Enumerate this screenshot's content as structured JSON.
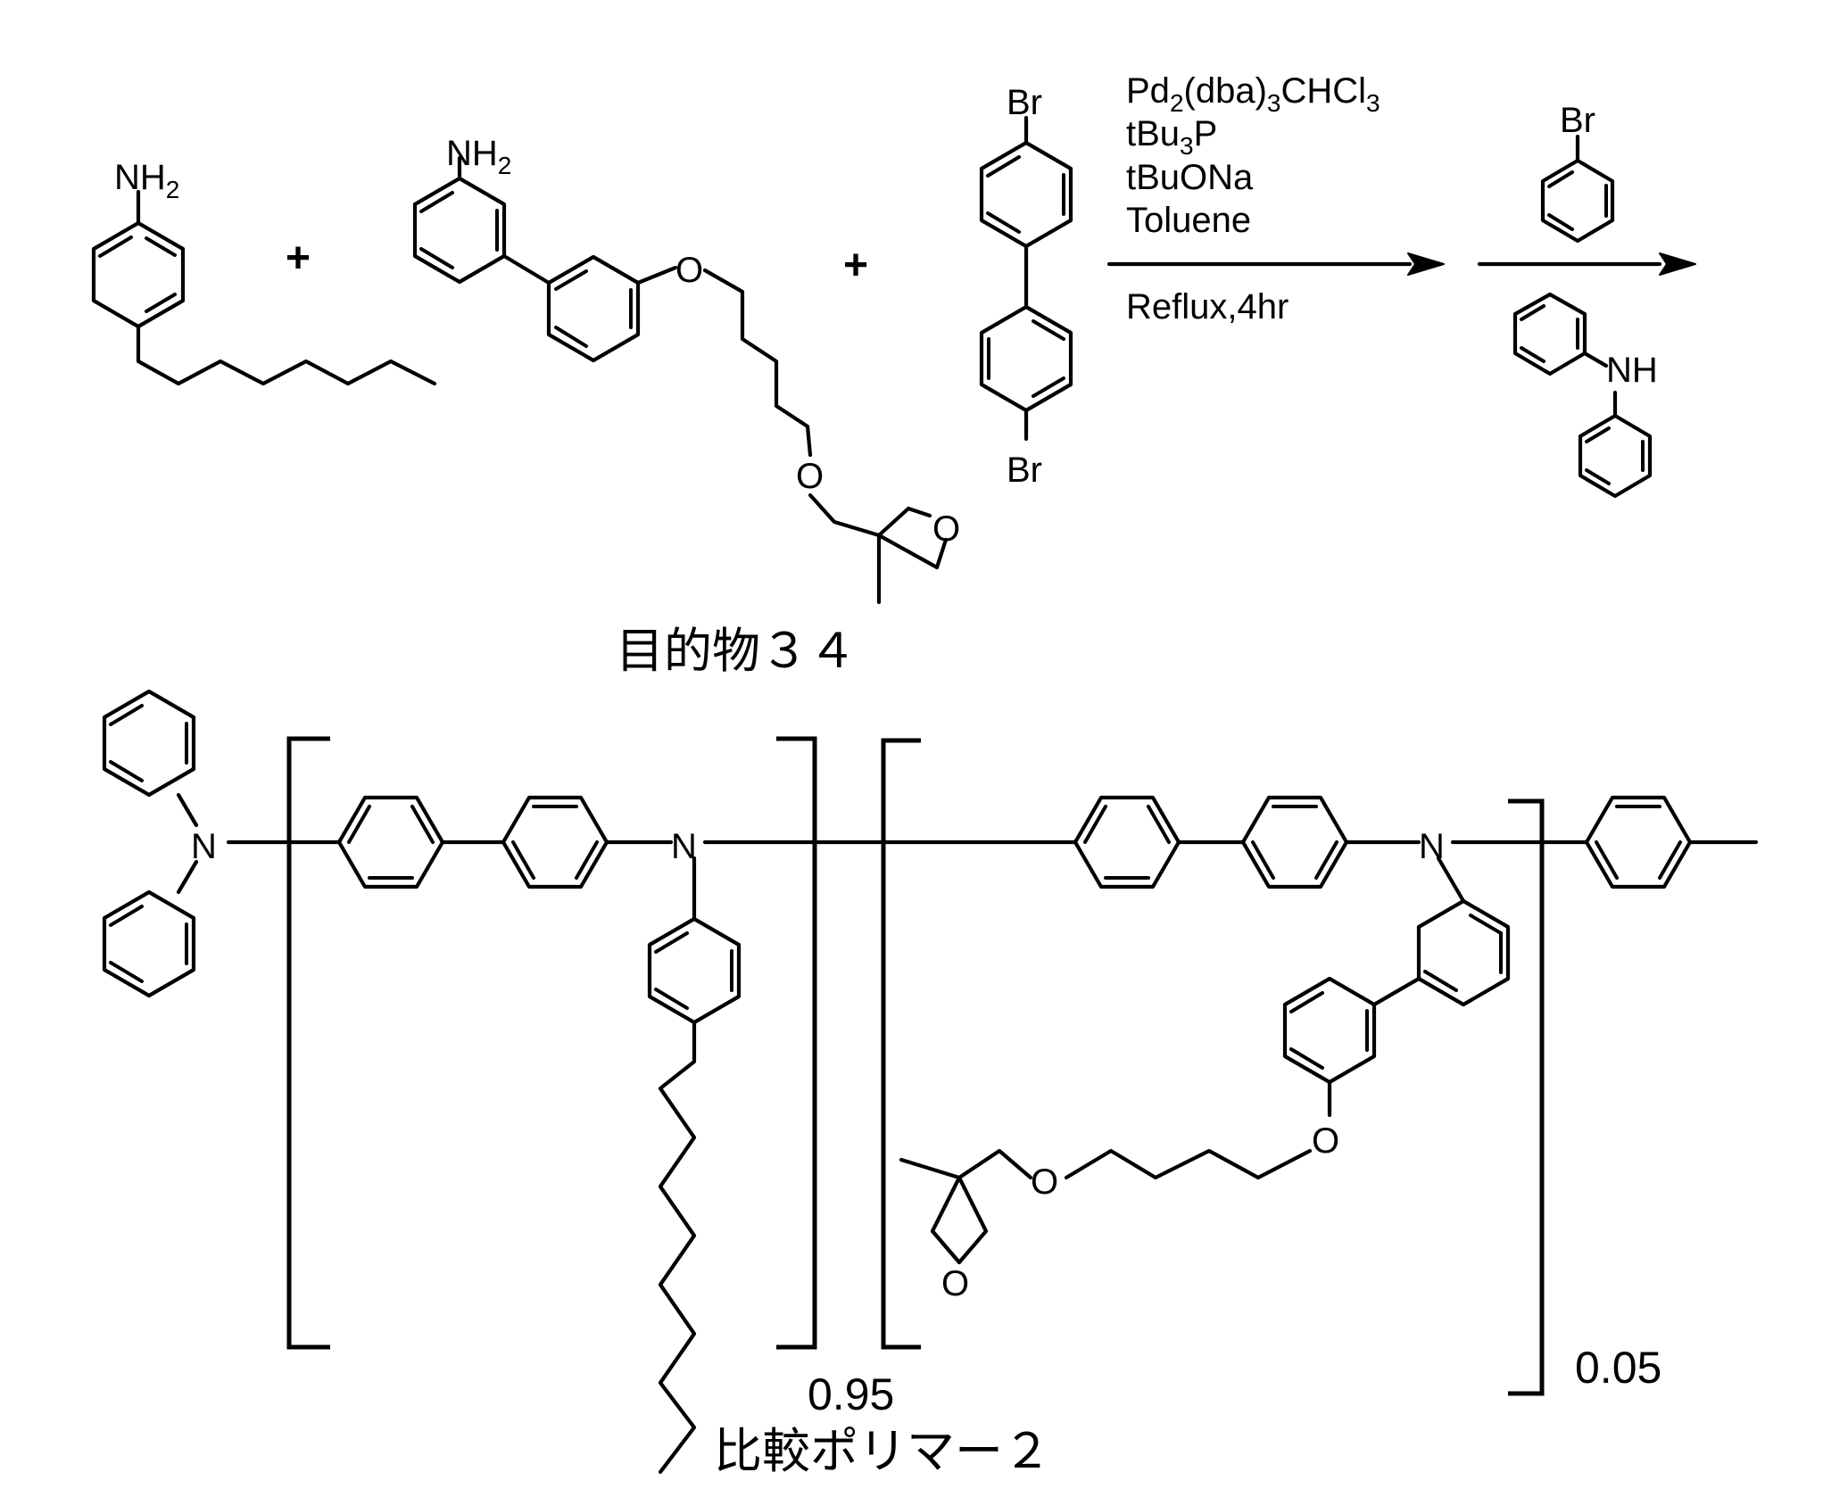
{
  "reagents": {
    "plus": "+",
    "amine_nh2": "NH",
    "amine_sub": "2",
    "ether_o": "O",
    "oxetane_o": "O",
    "br": "Br"
  },
  "conditions": {
    "catalyst": {
      "pre": "Pd",
      "s1": "2",
      "mid": "(dba)",
      "s2": "3",
      "post": "CHCl",
      "s3": "3"
    },
    "ligand": {
      "pre": "tBu",
      "s1": "3",
      "post": "P"
    },
    "base": "tBuONa",
    "solvent": "Toluene",
    "reflux": "Reflux,4hr"
  },
  "endcapping": {
    "br": "Br",
    "nh": "NH"
  },
  "intermediate_label": "目的物３４",
  "polymer": {
    "n": "N",
    "o": "O",
    "ratio_1": "0.95",
    "ratio_2": "0.05"
  },
  "polymer_label": "比較ポリマー２"
}
